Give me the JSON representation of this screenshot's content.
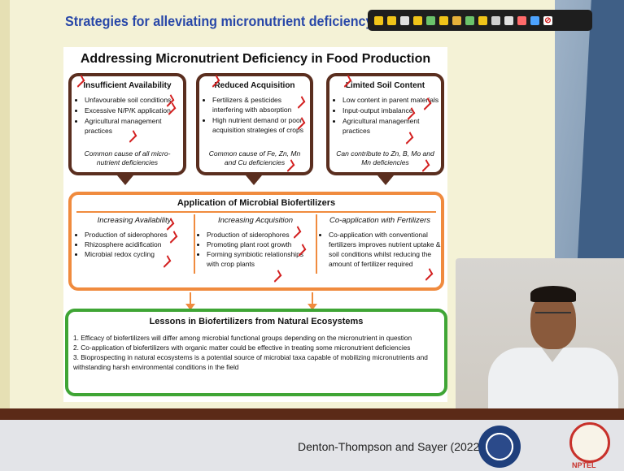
{
  "slide": {
    "title": "Strategies for alleviating micronutrient deficiency using"
  },
  "figure": {
    "title": "Addressing Micronutrient Deficiency in Food Production",
    "problems": [
      {
        "heading": "Insufficient Availability",
        "bullets": [
          "Unfavourable soil conditions",
          "Excessive N/P/K application",
          "Agricultural management practices"
        ],
        "note": "Common cause of all micro-nutrient deficiencies"
      },
      {
        "heading": "Reduced Acquisition",
        "bullets": [
          "Fertilizers & pesticides interfering with absorption",
          "High nutrient demand or poor acquisition strategies of crops"
        ],
        "note": "Common cause of Fe, Zn, Mn and Cu deficiencies"
      },
      {
        "heading": "Limited Soil Content",
        "bullets": [
          "Low content in parent materials",
          "Input-output imbalance",
          "Agricultural management practices"
        ],
        "note": "Can contribute to Zn, B, Mo and Mn deficiencies"
      }
    ],
    "application": {
      "title": "Application of Microbial Biofertilizers",
      "columns": [
        {
          "heading": "Increasing Availability",
          "bullets": [
            "Production of siderophores",
            "Rhizosphere acidification",
            "Microbial redox cycling"
          ]
        },
        {
          "heading": "Increasing Acquisition",
          "bullets": [
            "Production of siderophores",
            "Promoting plant root growth",
            "Forming symbiotic relationships with crop plants"
          ]
        },
        {
          "heading": "Co-application with Fertilizers",
          "bullets": [
            "Co-application with conventional fertilizers improves nutrient uptake & soil conditions whilst reducing the amount of fertilizer required"
          ]
        }
      ]
    },
    "lessons": {
      "title": "Lessons in Biofertilizers from Natural Ecosystems",
      "items": [
        "1. Efficacy of biofertilizers will differ among microbial functional groups depending on the micronutrient in question",
        "2. Co-application of biofertilizers with organic matter could be effective in treating some micronutrient deficiencies",
        "3. Bioprospecting in natural ecosystems is a potential source of microbial taxa capable of mobilizing micronutrients and withstanding harsh environmental conditions in the field"
      ]
    }
  },
  "footer": {
    "citation": "Denton-Thompson and Sayer (2022)",
    "nptel_label": "NPTEL"
  },
  "colors": {
    "title_blue": "#2847a8",
    "brown_border": "#5a2e1f",
    "orange_border": "#f08b3e",
    "green_border": "#3fa535",
    "annotation_red": "#d32020"
  },
  "toolbar_icons": [
    "pointer-icon",
    "highlighter-icon",
    "pen-icon",
    "eraser-icon",
    "shape-icon",
    "color-icon",
    "close-icon"
  ]
}
